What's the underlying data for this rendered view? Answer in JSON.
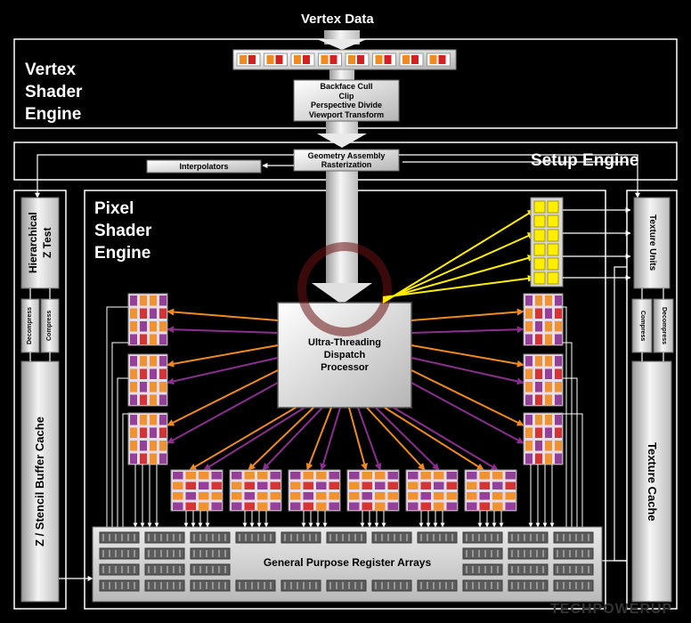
{
  "title": "Vertex Data",
  "sections": {
    "vertex_shader": [
      "Vertex",
      "Shader",
      "Engine"
    ],
    "setup_engine": "Setup Engine",
    "pixel_shader": [
      "Pixel",
      "Shader",
      "Engine"
    ]
  },
  "pipeline": {
    "vertex_stage": [
      "Backface Cull",
      "Clip",
      "Perspective Divide",
      "Viewport Transform"
    ],
    "setup_stage": [
      "Geometry Assembly",
      "Rasterization"
    ],
    "interpolators": "Interpolators"
  },
  "dispatch": [
    "Ultra-Threading",
    "Dispatch",
    "Processor"
  ],
  "left_column": {
    "z_test": [
      "Hierarchical",
      "Z Test"
    ],
    "decompress": "Decompress",
    "compress": "Compress",
    "cache": "Z / Stencil Buffer Cache"
  },
  "right_column": {
    "texture_units": "Texture Units",
    "compress": "Compress",
    "decompress": "Decompress",
    "cache": "Texture Cache"
  },
  "register_arrays": "General Purpose Register Arrays",
  "watermark": "TECHPOWERUP",
  "colors": {
    "background": "#000000",
    "outline": "#ffffff",
    "orange": "#f08a1e",
    "purple": "#8b2f8f",
    "yellow": "#ffee00",
    "red": "#d32020"
  }
}
